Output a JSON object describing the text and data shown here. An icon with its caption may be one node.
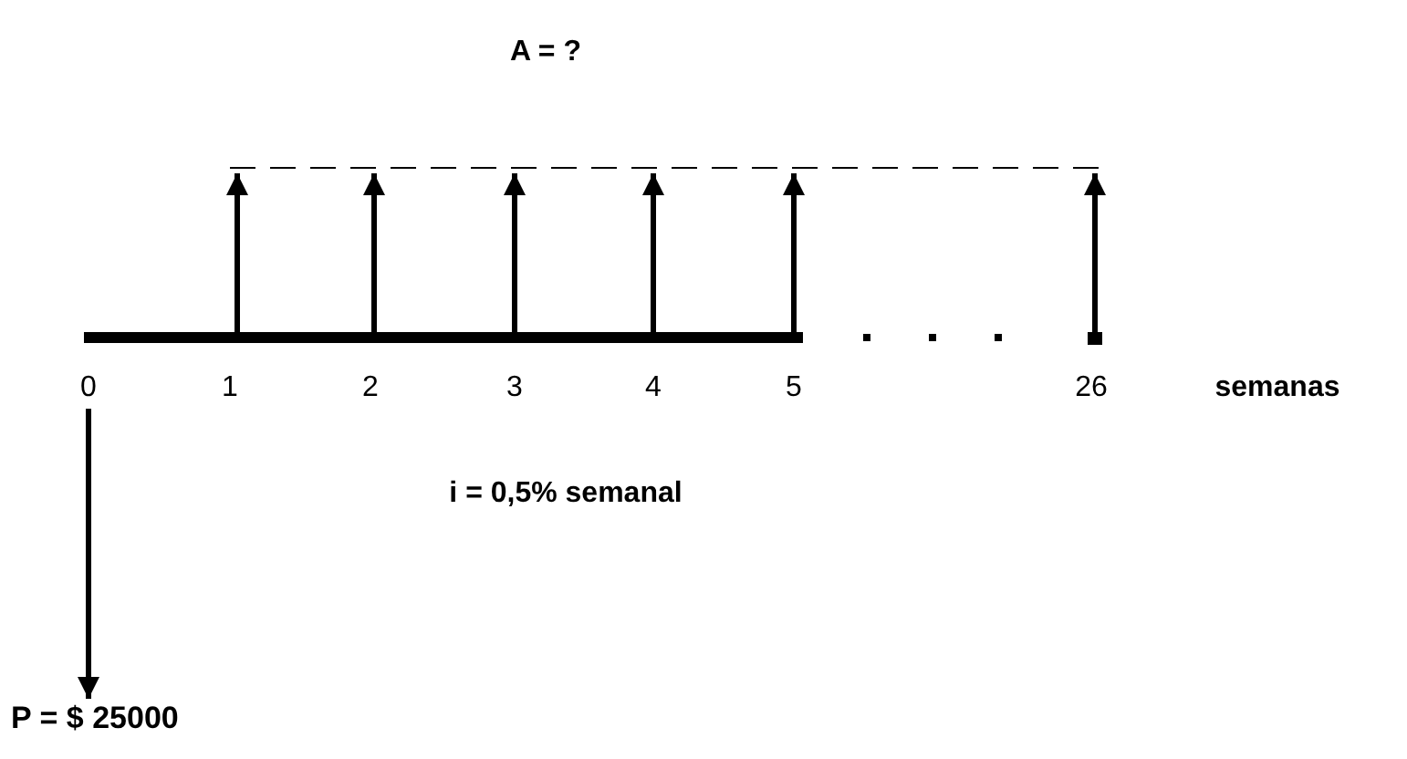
{
  "diagram": {
    "nodes": [
      {
        "text": [
          "0"
        ]
      },
      {
        "text": [
          "P = $ 25000"
        ]
      }
    ],
    "edges": [
      {
        "from": 0,
        "to": 1,
        "arrow": "to"
      }
    ],
    "labels": [
      "A = ?",
      "1",
      "2",
      "3",
      "4",
      "5",
      "26",
      "semanas",
      "i = 0,5% semanal"
    ]
  }
}
